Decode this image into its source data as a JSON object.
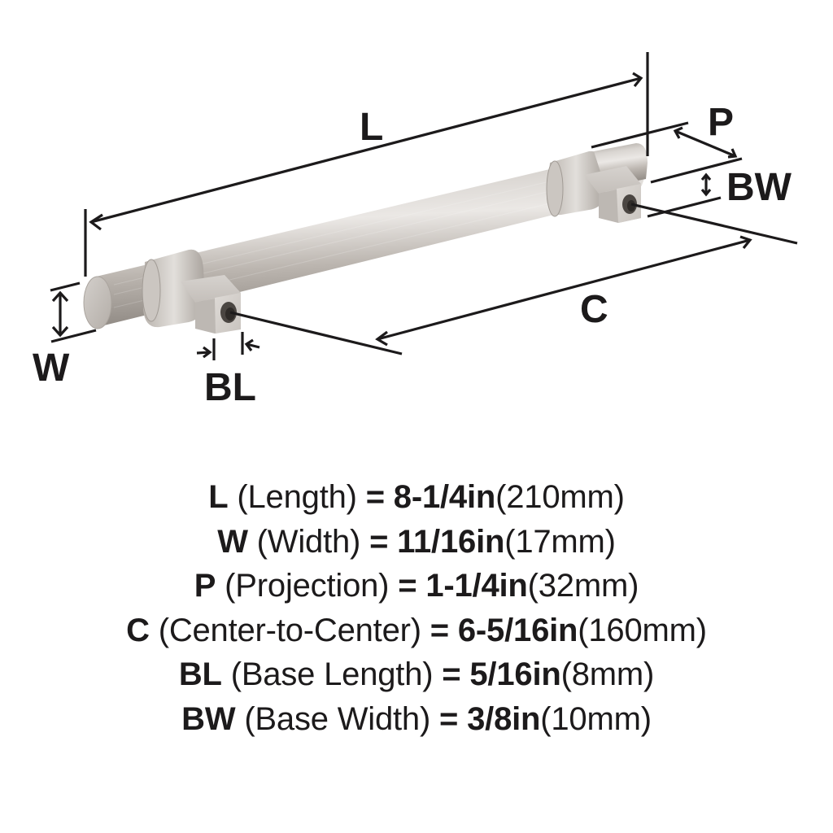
{
  "diagram": {
    "product": "bar pull handle",
    "finish_colors": {
      "metal_light": "#e4e0dc",
      "metal_mid": "#bdb7b1",
      "metal_dark": "#8f8982",
      "line": "#1c1a1b"
    },
    "labels": {
      "L": "L",
      "P": "P",
      "BW": "BW",
      "C": "C",
      "W": "W",
      "BL": "BL"
    }
  },
  "specs": [
    {
      "key": "L",
      "name": "(Length)",
      "eq": "=",
      "inches": "8-1/4in",
      "mm": "(210mm)"
    },
    {
      "key": "W",
      "name": "(Width)",
      "eq": "= ",
      "inches": "11/16in",
      "mm": "(17mm)"
    },
    {
      "key": "P",
      "name": "(Projection)",
      "eq": "=",
      "inches": "1-1/4in",
      "mm": "(32mm)"
    },
    {
      "key": "C",
      "name": "(Center-to-Center)",
      "eq": "=",
      "inches": "6-5/16in",
      "mm": "(160mm)"
    },
    {
      "key": "BL",
      "name": "(Base Length)",
      "eq": "=",
      "inches": "5/16in",
      "mm": "(8mm)"
    },
    {
      "key": "BW",
      "name": "(Base Width)",
      "eq": "=",
      "inches": "3/8in",
      "mm": "(10mm)"
    }
  ]
}
